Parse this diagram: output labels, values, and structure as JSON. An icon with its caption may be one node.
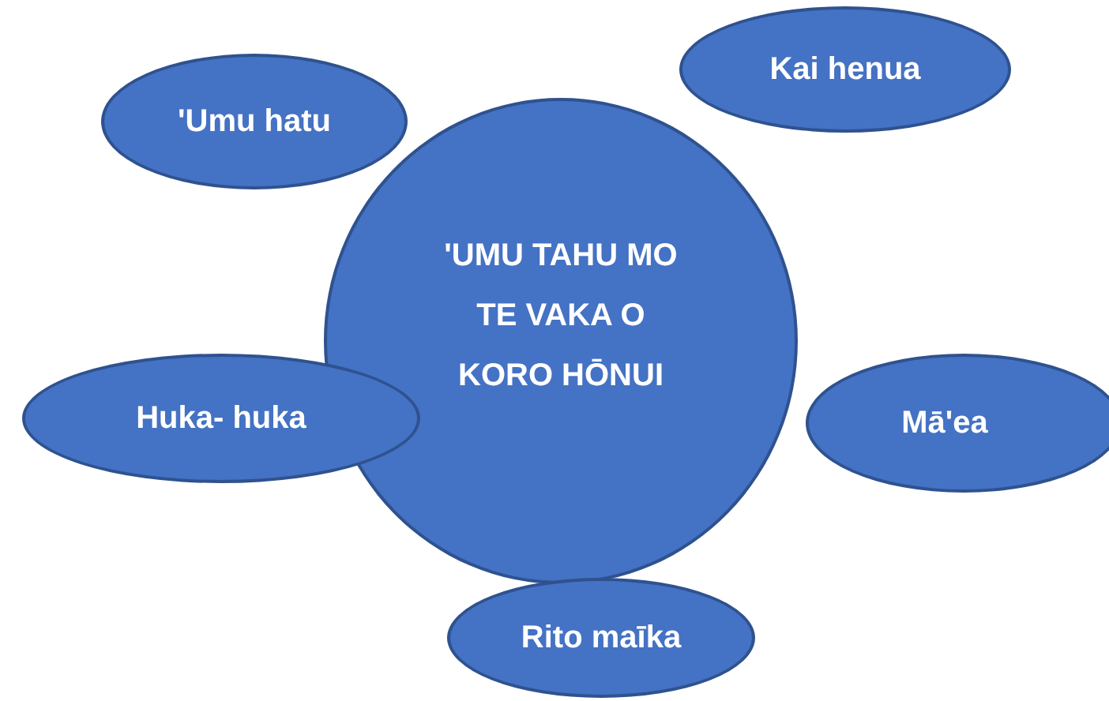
{
  "diagram": {
    "nodes": [
      {
        "text": [
          "'UMU TAHU MO TE VAKA O KORO HŌNUI"
        ]
      },
      {
        "text": [
          "'Umu hatu"
        ]
      },
      {
        "text": [
          "Kai henua"
        ]
      },
      {
        "text": [
          "Huka- huka"
        ]
      },
      {
        "text": [
          "Mā'ea"
        ]
      },
      {
        "text": [
          "Rito maīka"
        ]
      }
    ]
  }
}
